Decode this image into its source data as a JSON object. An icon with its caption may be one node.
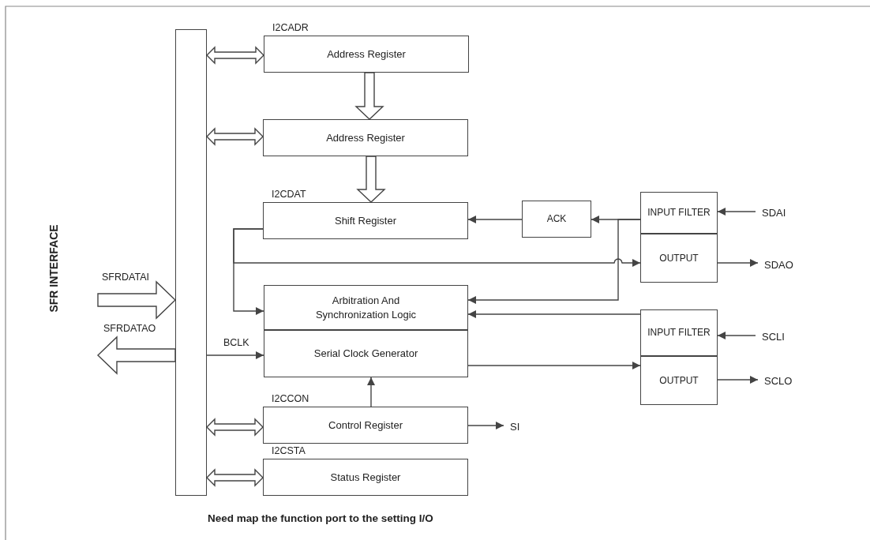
{
  "diagram": {
    "caption": "Need map the function port to the setting I/O",
    "nodes": [
      {
        "text": [],
        "shape": "bar"
      },
      {
        "text": [
          "I2CADR",
          "Address Register"
        ]
      },
      {
        "text": [
          "Address Register"
        ]
      },
      {
        "text": [
          "I2CDAT",
          "Shift Register"
        ]
      },
      {
        "text": [
          "ACK"
        ]
      },
      {
        "text": [
          "INPUT FILTER"
        ]
      },
      {
        "text": [
          "OUTPUT"
        ]
      },
      {
        "text": [
          "Arbitration And Synchronization Logic"
        ]
      },
      {
        "text": [
          "Serial Clock Generator"
        ]
      },
      {
        "text": [
          "INPUT FILTER"
        ]
      },
      {
        "text": [
          "OUTPUT"
        ]
      },
      {
        "text": [
          "I2CCON",
          "Control Register"
        ]
      },
      {
        "text": [
          "I2CSTA",
          "Status Register"
        ]
      },
      {
        "text": [
          "SDAI"
        ]
      },
      {
        "text": [
          "SDAO"
        ]
      },
      {
        "text": [
          "SCLI"
        ]
      },
      {
        "text": [
          "SCLO"
        ]
      },
      {
        "text": [
          "SI"
        ]
      }
    ],
    "edges": [
      {
        "from": 0,
        "to": 1,
        "arrow": "both",
        "style": "thick"
      },
      {
        "from": 0,
        "to": 2,
        "arrow": "both",
        "style": "thick"
      },
      {
        "from": 1,
        "to": 2,
        "arrow": "to",
        "style": "thick"
      },
      {
        "from": 2,
        "to": 3,
        "arrow": "to",
        "style": "thick"
      },
      {
        "from": 0,
        "to": 11,
        "arrow": "both",
        "style": "thick"
      },
      {
        "from": 0,
        "to": 12,
        "arrow": "both",
        "style": "thick"
      },
      {
        "from": null,
        "to": 0,
        "arrow": "to",
        "style": "thick",
        "label": "SFRDATAI"
      },
      {
        "from": 0,
        "to": null,
        "arrow": "to",
        "style": "thick",
        "label": "SFRDATAO"
      },
      {
        "from": 0,
        "to": 8,
        "arrow": "to",
        "label": "BCLK"
      },
      {
        "from": 11,
        "to": 8,
        "arrow": "to"
      },
      {
        "from": 11,
        "to": 17,
        "arrow": "to"
      },
      {
        "from": 4,
        "to": 3,
        "arrow": "to"
      },
      {
        "from": 5,
        "to": 4,
        "arrow": "to"
      },
      {
        "from": 5,
        "to": 7,
        "arrow": "to"
      },
      {
        "from": 13,
        "to": 5,
        "arrow": "to"
      },
      {
        "from": 6,
        "to": 14,
        "arrow": "to"
      },
      {
        "from": 3,
        "to": 6,
        "arrow": "to"
      },
      {
        "from": 3,
        "to": 7,
        "arrow": "to"
      },
      {
        "from": 9,
        "to": 7,
        "arrow": "to"
      },
      {
        "from": 15,
        "to": 9,
        "arrow": "to"
      },
      {
        "from": 8,
        "to": 10,
        "arrow": "to"
      },
      {
        "from": 10,
        "to": 16,
        "arrow": "to"
      }
    ],
    "labels": [
      "SFR INTERFACE"
    ]
  }
}
